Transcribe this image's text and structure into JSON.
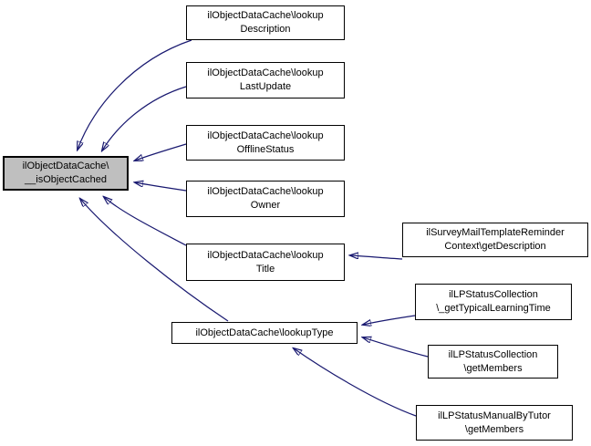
{
  "diagram": {
    "type": "caller-graph",
    "colors": {
      "background": "#ffffff",
      "edge": "#191970",
      "node_fill": "#ffffff",
      "node_border": "#000000",
      "highlight_fill": "#bfbfbf"
    }
  },
  "nodes": {
    "isObjectCached": {
      "line1": "ilObjectDataCache\\",
      "line2": "__isObjectCached"
    },
    "lookupDescription": {
      "line1": "ilObjectDataCache\\lookup",
      "line2": "Description"
    },
    "lookupLastUpdate": {
      "line1": "ilObjectDataCache\\lookup",
      "line2": "LastUpdate"
    },
    "lookupOfflineStatus": {
      "line1": "ilObjectDataCache\\lookup",
      "line2": "OfflineStatus"
    },
    "lookupOwner": {
      "line1": "ilObjectDataCache\\lookup",
      "line2": "Owner"
    },
    "lookupTitle": {
      "line1": "ilObjectDataCache\\lookup",
      "line2": "Title"
    },
    "lookupType": {
      "line1": "ilObjectDataCache\\lookupType"
    },
    "surveyGetDescription": {
      "line1": "ilSurveyMailTemplateReminder",
      "line2": "Context\\getDescription"
    },
    "lpCollectionTypicalTime": {
      "line1": "ilLPStatusCollection",
      "line2": "\\_getTypicalLearningTime"
    },
    "lpCollectionGetMembers": {
      "line1": "ilLPStatusCollection",
      "line2": "\\getMembers"
    },
    "lpManualByTutorGetMembers": {
      "line1": "ilLPStatusManualByTutor",
      "line2": "\\getMembers"
    }
  }
}
